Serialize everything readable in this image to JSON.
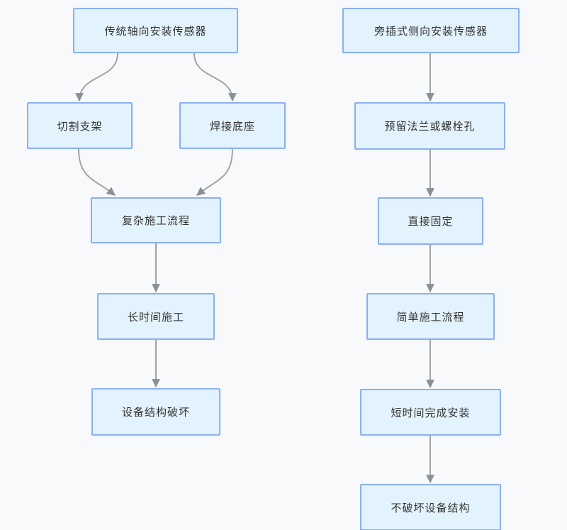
{
  "diagram": {
    "type": "flowchart",
    "background_color": "#f8f9fb",
    "node_style": {
      "fill": "#e3f3fd",
      "border": "#8cb0f0",
      "text_color": "#333333"
    },
    "connector_style": {
      "line_color": "#a3a3a3",
      "arrowhead_color": "#8a9097"
    },
    "left_flow": {
      "l1": "传统轴向安装传感器",
      "l2": "切割支架",
      "l3": "焊接底座",
      "l4": "复杂施工流程",
      "l5": "长时间施工",
      "l6": "设备结构破坏"
    },
    "right_flow": {
      "r1": "旁插式侧向安装传感器",
      "r2": "预留法兰或螺栓孔",
      "r3": "直接固定",
      "r4": "简单施工流程",
      "r5": "短时间完成安装",
      "r6": "不破坏设备结构"
    },
    "edges": [
      {
        "from": "l1",
        "to": "l2"
      },
      {
        "from": "l1",
        "to": "l3"
      },
      {
        "from": "l2",
        "to": "l4"
      },
      {
        "from": "l3",
        "to": "l4"
      },
      {
        "from": "l4",
        "to": "l5"
      },
      {
        "from": "l5",
        "to": "l6"
      },
      {
        "from": "r1",
        "to": "r2"
      },
      {
        "from": "r2",
        "to": "r3"
      },
      {
        "from": "r3",
        "to": "r4"
      },
      {
        "from": "r4",
        "to": "r5"
      },
      {
        "from": "r5",
        "to": "r6"
      }
    ]
  }
}
